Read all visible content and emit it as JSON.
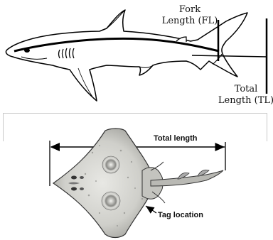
{
  "shark": {
    "fork_length_label_line1": "Fork",
    "fork_length_label_line2": "Length (FL)",
    "total_length_label_line1": "Total",
    "total_length_label_line2": "Length (TL)"
  },
  "ray": {
    "total_length_label": "Total length",
    "tag_location_label": "Tag location"
  }
}
